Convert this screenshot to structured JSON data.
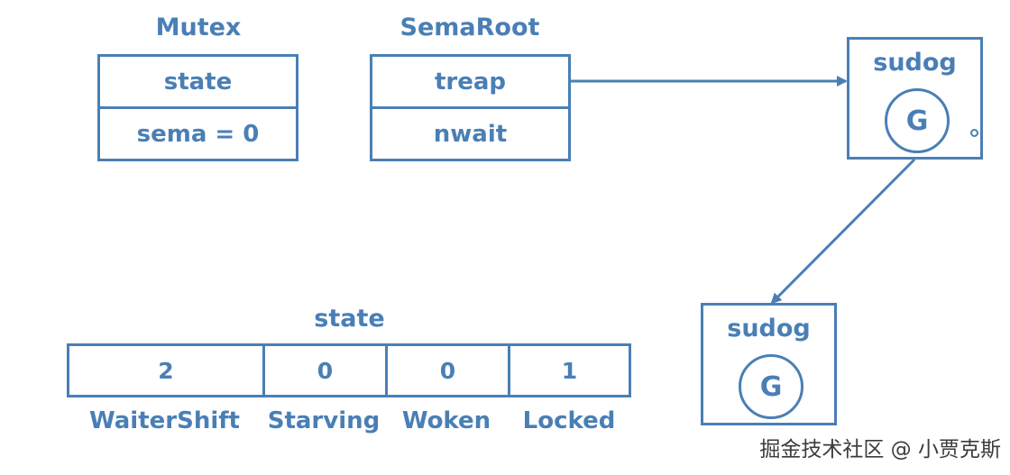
{
  "mutex": {
    "title": "Mutex",
    "fields": [
      "state",
      "sema = 0"
    ]
  },
  "semaroot": {
    "title": "SemaRoot",
    "fields": [
      "treap",
      "nwait"
    ]
  },
  "sudog_top": {
    "title": "sudog",
    "goroutine": "G"
  },
  "sudog_bottom": {
    "title": "sudog",
    "goroutine": "G"
  },
  "state": {
    "title": "state",
    "values": [
      "2",
      "0",
      "0",
      "1"
    ],
    "labels": [
      "WaiterShift",
      "Starving",
      "Woken",
      "Locked"
    ]
  },
  "watermark": "掘金技术社区 @ 小贾克斯",
  "colors": {
    "accent": "#4a7fb5"
  }
}
